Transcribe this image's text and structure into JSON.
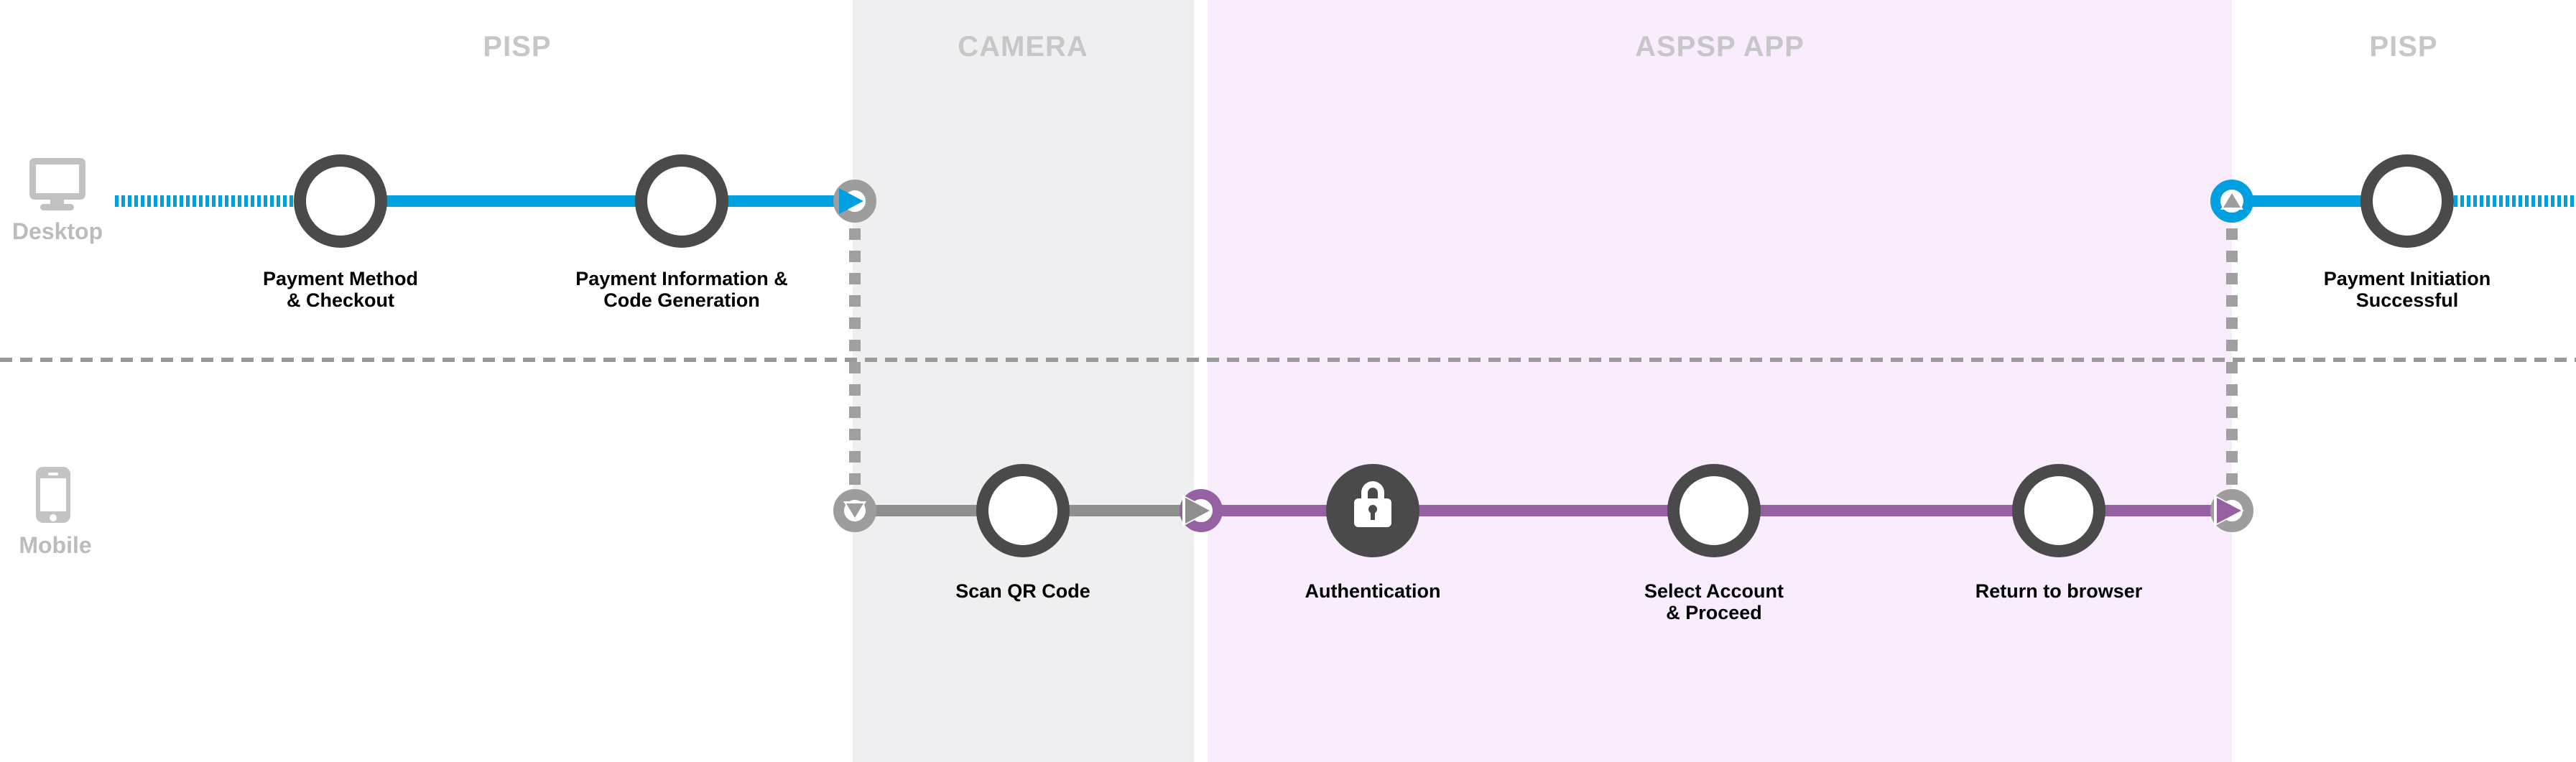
{
  "header": {
    "sections": [
      {
        "id": "pisp-left",
        "label": "PISP"
      },
      {
        "id": "camera",
        "label": "CAMERA"
      },
      {
        "id": "aspsp-app",
        "label": "ASPSP APP"
      },
      {
        "id": "pisp-right",
        "label": "PISP"
      }
    ]
  },
  "lanes": {
    "desktop": {
      "label": "Desktop",
      "steps": [
        {
          "label": "Payment Method\n& Checkout"
        },
        {
          "label": "Payment Information &\nCode Generation"
        },
        {
          "label": "Payment Initiation\nSuccessful"
        }
      ]
    },
    "mobile": {
      "label": "Mobile",
      "steps": [
        {
          "label": "Scan QR Code"
        },
        {
          "label": "Authentication",
          "icon": "lock-icon"
        },
        {
          "label": "Select Account\n& Proceed"
        },
        {
          "label": "Return to browser"
        }
      ]
    }
  },
  "colors": {
    "blue": "#009FE0",
    "purple": "#9561A2",
    "node_dark": "#4A4A4B",
    "gray_line": "#8F8F8F",
    "gray_ring": "#9D9D9D",
    "camera_bg": "#EFEFF1",
    "aspsp_bg": "#F9ECFD",
    "header_text": "#C7C6C8",
    "device_gray": "#C2C2C2"
  }
}
